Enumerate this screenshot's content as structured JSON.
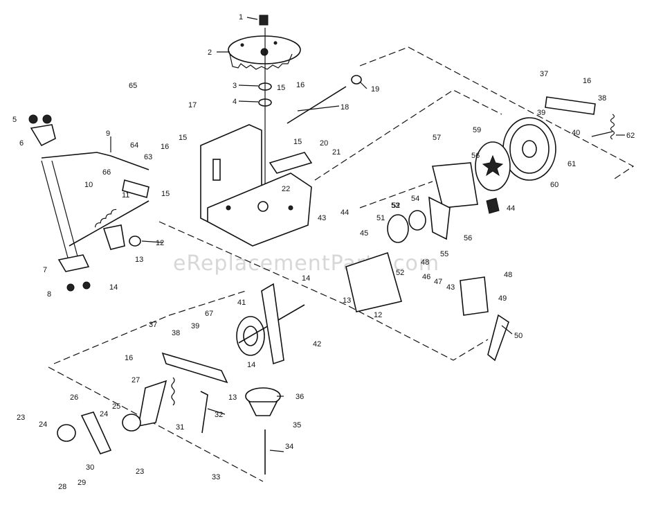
{
  "watermark": "eReplacementParts.com",
  "callouts": [
    {
      "id": "c1",
      "label": "1"
    },
    {
      "id": "c2",
      "label": "2"
    },
    {
      "id": "c3",
      "label": "3"
    },
    {
      "id": "c4",
      "label": "4"
    },
    {
      "id": "c5",
      "label": "5"
    },
    {
      "id": "c6",
      "label": "6"
    },
    {
      "id": "c7",
      "label": "7"
    },
    {
      "id": "c8",
      "label": "8"
    },
    {
      "id": "c9",
      "label": "9"
    },
    {
      "id": "c10",
      "label": "10"
    },
    {
      "id": "c11",
      "label": "11"
    },
    {
      "id": "c12a",
      "label": "12"
    },
    {
      "id": "c12b",
      "label": "12"
    },
    {
      "id": "c13a",
      "label": "13"
    },
    {
      "id": "c13b",
      "label": "13"
    },
    {
      "id": "c13c",
      "label": "13"
    },
    {
      "id": "c14a",
      "label": "14"
    },
    {
      "id": "c14b",
      "label": "14"
    },
    {
      "id": "c14c",
      "label": "14"
    },
    {
      "id": "c15a",
      "label": "15"
    },
    {
      "id": "c15b",
      "label": "15"
    },
    {
      "id": "c15c",
      "label": "15"
    },
    {
      "id": "c15d",
      "label": "15"
    },
    {
      "id": "c16a",
      "label": "16"
    },
    {
      "id": "c16b",
      "label": "16"
    },
    {
      "id": "c16c",
      "label": "16"
    },
    {
      "id": "c16d",
      "label": "16"
    },
    {
      "id": "c17",
      "label": "17"
    },
    {
      "id": "c18",
      "label": "18"
    },
    {
      "id": "c19",
      "label": "19"
    },
    {
      "id": "c20",
      "label": "20"
    },
    {
      "id": "c21",
      "label": "21"
    },
    {
      "id": "c22",
      "label": "22"
    },
    {
      "id": "c23a",
      "label": "23"
    },
    {
      "id": "c23b",
      "label": "23"
    },
    {
      "id": "c24a",
      "label": "24"
    },
    {
      "id": "c24b",
      "label": "24"
    },
    {
      "id": "c25",
      "label": "25"
    },
    {
      "id": "c26",
      "label": "26"
    },
    {
      "id": "c27",
      "label": "27"
    },
    {
      "id": "c28",
      "label": "28"
    },
    {
      "id": "c29",
      "label": "29"
    },
    {
      "id": "c30",
      "label": "30"
    },
    {
      "id": "c31",
      "label": "31"
    },
    {
      "id": "c32",
      "label": "32"
    },
    {
      "id": "c33",
      "label": "33"
    },
    {
      "id": "c34",
      "label": "34"
    },
    {
      "id": "c35",
      "label": "35"
    },
    {
      "id": "c36",
      "label": "36"
    },
    {
      "id": "c37a",
      "label": "37"
    },
    {
      "id": "c37b",
      "label": "37"
    },
    {
      "id": "c38a",
      "label": "38"
    },
    {
      "id": "c38b",
      "label": "38"
    },
    {
      "id": "c39a",
      "label": "39"
    },
    {
      "id": "c39b",
      "label": "39"
    },
    {
      "id": "c40",
      "label": "40"
    },
    {
      "id": "c41",
      "label": "41"
    },
    {
      "id": "c42",
      "label": "42"
    },
    {
      "id": "c43a",
      "label": "43"
    },
    {
      "id": "c43b",
      "label": "43"
    },
    {
      "id": "c44a",
      "label": "44"
    },
    {
      "id": "c44b",
      "label": "44"
    },
    {
      "id": "c45",
      "label": "45"
    },
    {
      "id": "c46",
      "label": "46"
    },
    {
      "id": "c47",
      "label": "47"
    },
    {
      "id": "c48a",
      "label": "48"
    },
    {
      "id": "c48b",
      "label": "48"
    },
    {
      "id": "c49",
      "label": "49"
    },
    {
      "id": "c50",
      "label": "50"
    },
    {
      "id": "c51",
      "label": "51"
    },
    {
      "id": "c52a",
      "label": "52"
    },
    {
      "id": "c52b",
      "label": "52"
    },
    {
      "id": "c53",
      "label": "53"
    },
    {
      "id": "c54",
      "label": "54"
    },
    {
      "id": "c55",
      "label": "55"
    },
    {
      "id": "c56a",
      "label": "56"
    },
    {
      "id": "c56b",
      "label": "56"
    },
    {
      "id": "c57",
      "label": "57"
    },
    {
      "id": "c59",
      "label": "59"
    },
    {
      "id": "c60",
      "label": "60"
    },
    {
      "id": "c61",
      "label": "61"
    },
    {
      "id": "c62",
      "label": "62"
    },
    {
      "id": "c63",
      "label": "63"
    },
    {
      "id": "c64",
      "label": "64"
    },
    {
      "id": "c65",
      "label": "65"
    },
    {
      "id": "c66",
      "label": "66"
    },
    {
      "id": "c67",
      "label": "67"
    }
  ]
}
